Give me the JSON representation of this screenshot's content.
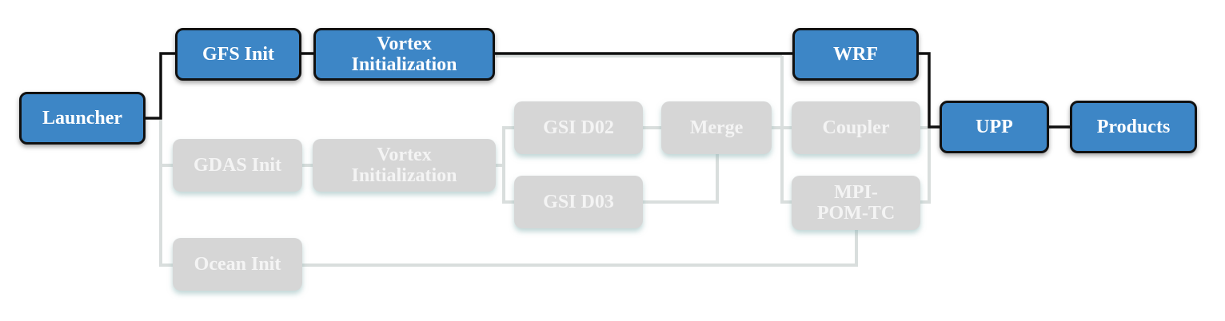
{
  "nodes": {
    "launcher": "Launcher",
    "gfs_init": "GFS Init",
    "vortex_init_top": [
      "Vortex",
      "Initialization"
    ],
    "wrf": "WRF",
    "upp": "UPP",
    "products": "Products",
    "gdas_init": "GDAS Init",
    "vortex_init_bottom": [
      "Vortex",
      "Initialization"
    ],
    "gsi_d02": "GSI D02",
    "gsi_d03": "GSI D03",
    "merge": "Merge",
    "coupler": "Coupler",
    "mpi_pom_tc": [
      "MPI-",
      "POM-TC"
    ],
    "ocean_init": "Ocean Init"
  },
  "colors": {
    "active_fill": "#3d86c6",
    "active_border": "#111111",
    "inactive_fill": "#d6d6d6",
    "active_line": "#111111",
    "inactive_line": "#d9dedd"
  }
}
